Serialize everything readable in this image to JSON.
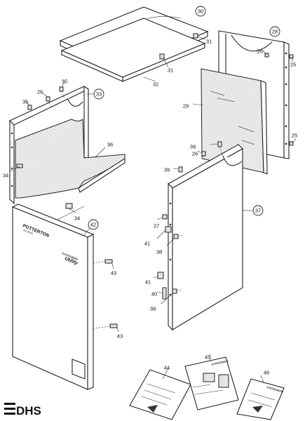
{
  "logo": {
    "text": "DHS"
  },
  "labels": {
    "door_brand": "POTTERTON",
    "door_brand_sub": "MYSON",
    "door_model": "STATESMAN",
    "door_model2": "Utility",
    "manual_45_title": "STATESMAN",
    "manual_46_title": "STATESMAN"
  },
  "callouts": [
    {
      "id": "c30",
      "n": "30"
    },
    {
      "id": "c31a",
      "n": "31"
    },
    {
      "id": "c31b",
      "n": "31"
    },
    {
      "id": "c32",
      "n": "32"
    },
    {
      "id": "c28",
      "n": "28"
    },
    {
      "id": "c26a",
      "n": "26"
    },
    {
      "id": "c25a",
      "n": "25"
    },
    {
      "id": "c29",
      "n": "29"
    },
    {
      "id": "c25b",
      "n": "25"
    },
    {
      "id": "c33",
      "n": "33"
    },
    {
      "id": "c35a",
      "n": "35"
    },
    {
      "id": "c26b",
      "n": "26"
    },
    {
      "id": "c35b",
      "n": "35"
    },
    {
      "id": "c36",
      "n": "36"
    },
    {
      "id": "c34a",
      "n": "34"
    },
    {
      "id": "c34b",
      "n": "34"
    },
    {
      "id": "c39a",
      "n": "39"
    },
    {
      "id": "c26c",
      "n": "26"
    },
    {
      "id": "c39b",
      "n": "39"
    },
    {
      "id": "c37",
      "n": "37"
    },
    {
      "id": "c27",
      "n": "27"
    },
    {
      "id": "c41a",
      "n": "41"
    },
    {
      "id": "c38a",
      "n": "38"
    },
    {
      "id": "c41b",
      "n": "41"
    },
    {
      "id": "c40",
      "n": "40"
    },
    {
      "id": "c38b",
      "n": "38"
    },
    {
      "id": "c42",
      "n": "42"
    },
    {
      "id": "c43a",
      "n": "43"
    },
    {
      "id": "c43b",
      "n": "43"
    },
    {
      "id": "c45",
      "n": "45"
    },
    {
      "id": "c44",
      "n": "44"
    },
    {
      "id": "c46",
      "n": "46"
    }
  ]
}
